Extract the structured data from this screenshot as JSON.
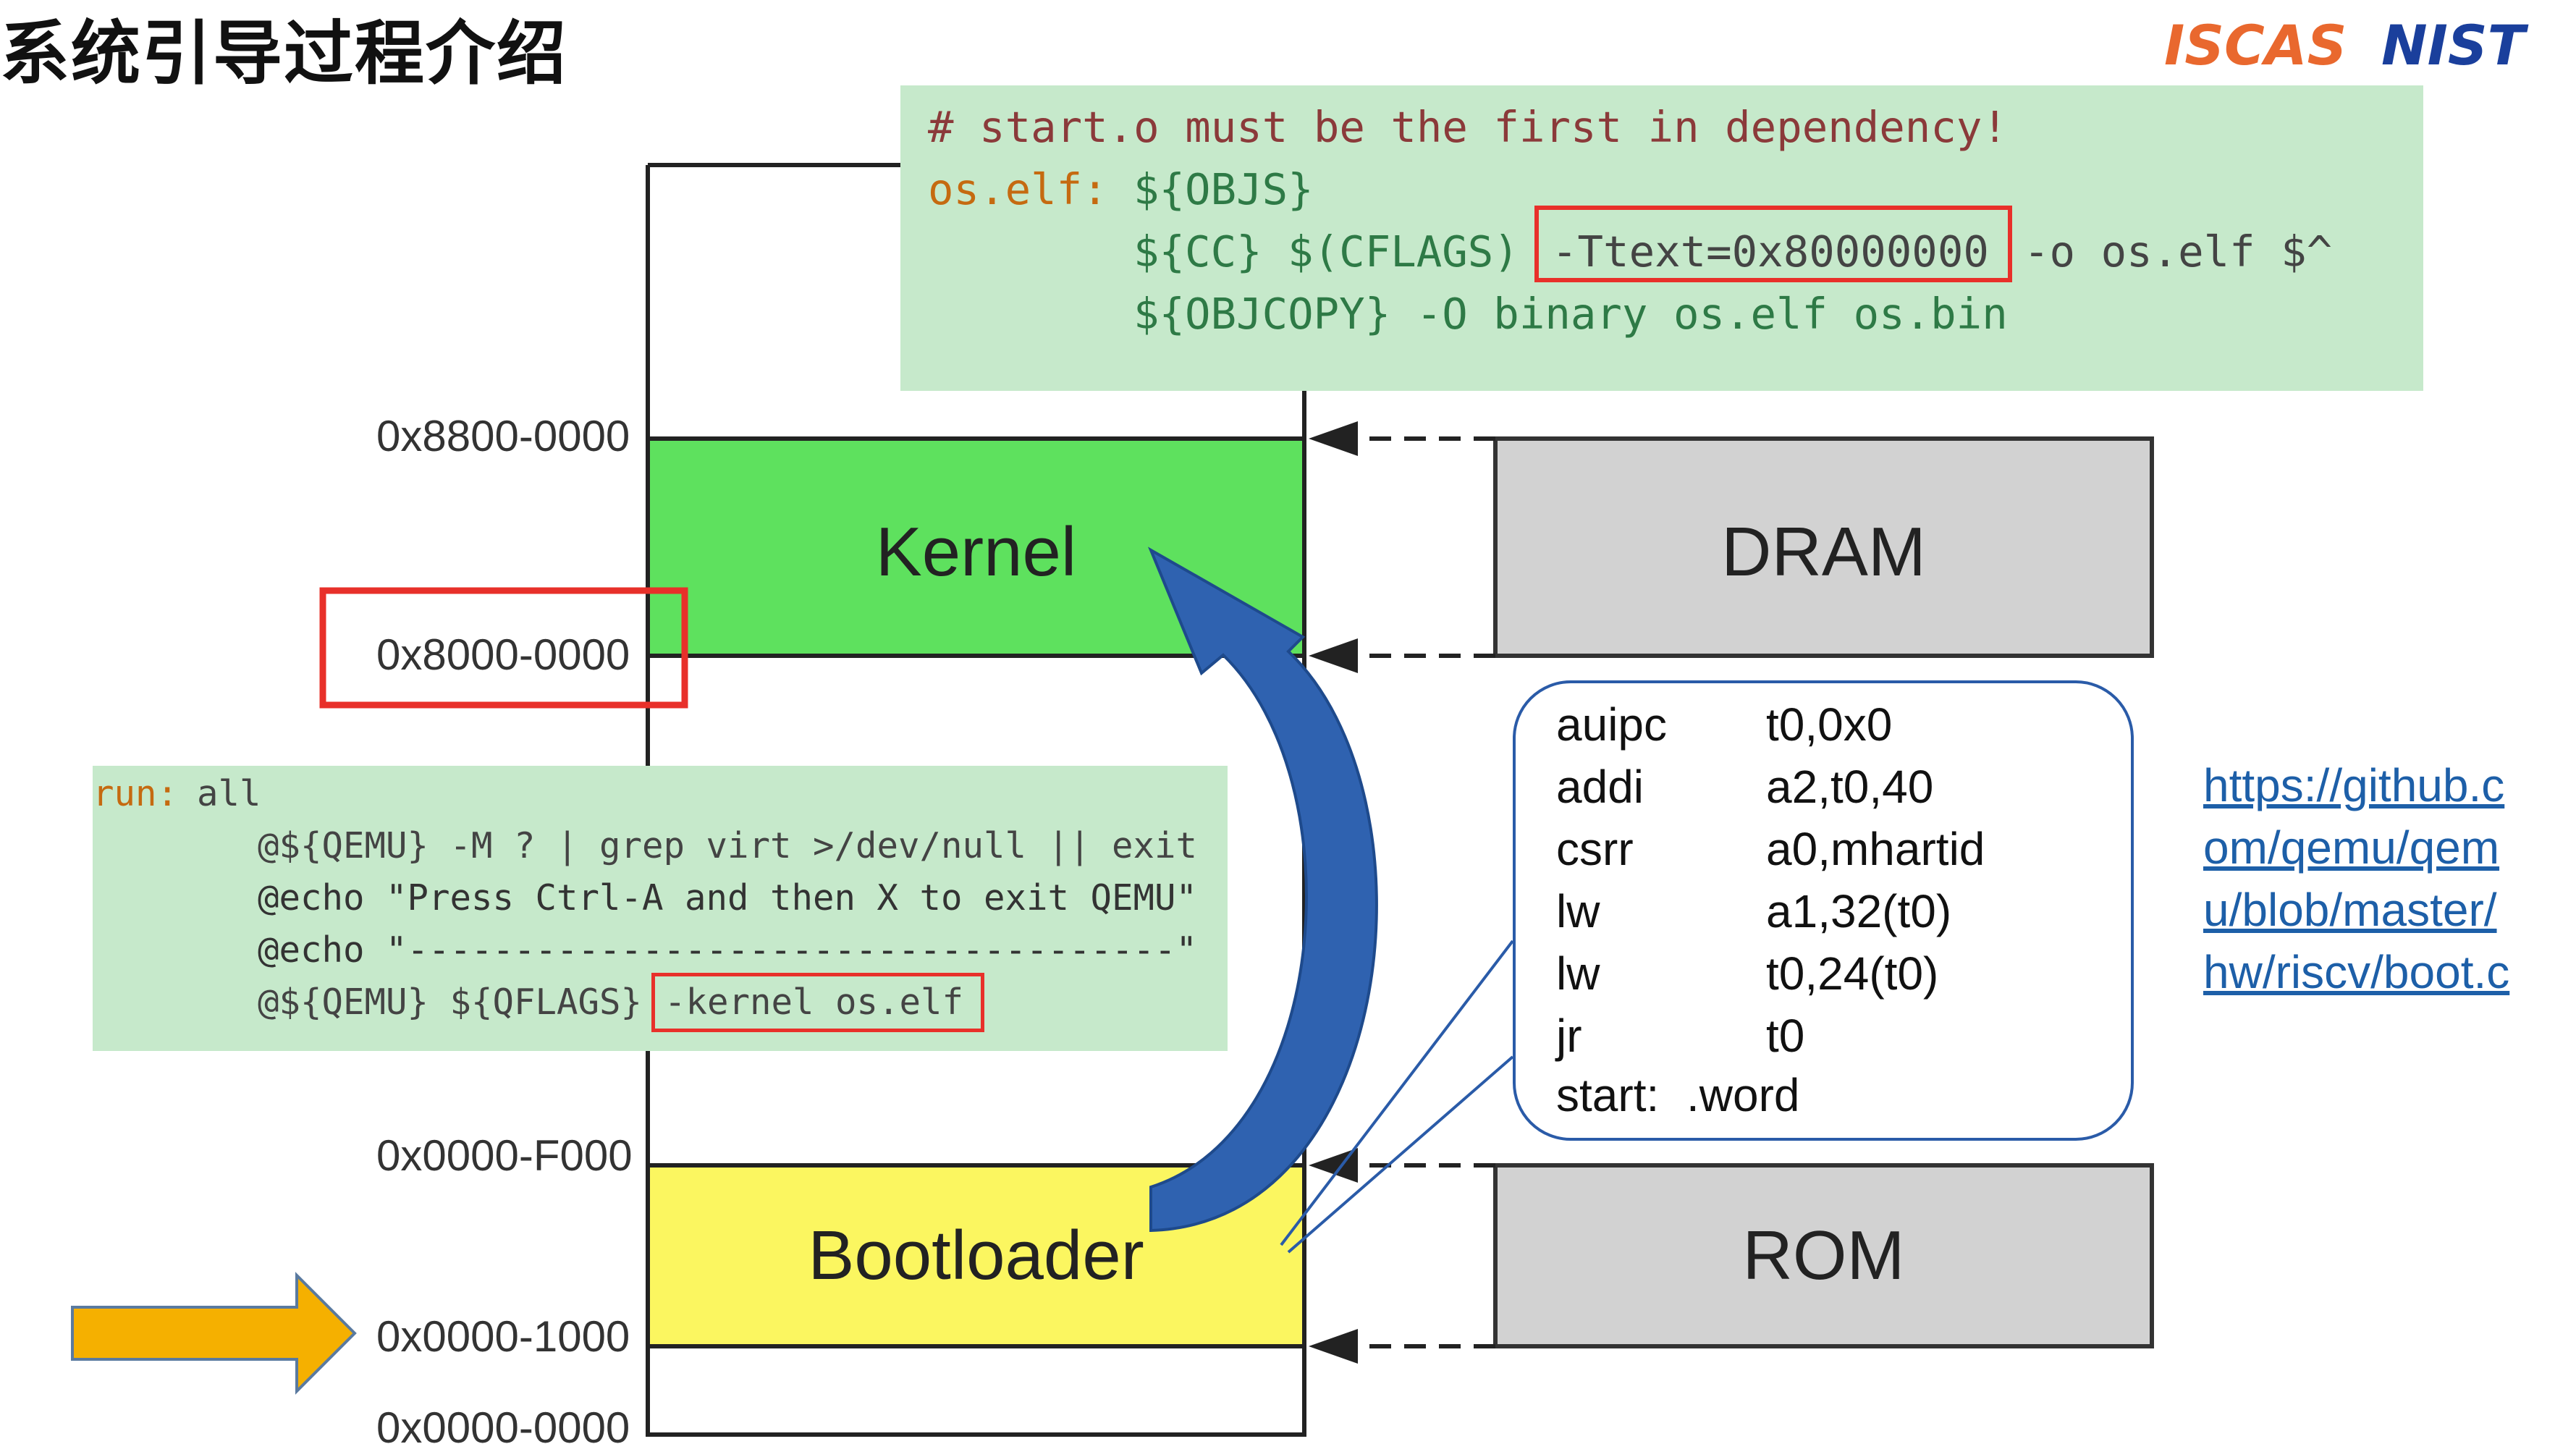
{
  "slide": {
    "title": "系统引导过程介绍",
    "logos": [
      "ISCAS",
      "NIST"
    ]
  },
  "makefile_snippet": {
    "comment": "# start.o must be the first in dependency!",
    "target": "os.elf:",
    "target_deps": "${OBJS}",
    "line2_pre": "${CC} $(CFLAGS)",
    "line2_highlight": "-Ttext=0x80000000",
    "line2_post": "-o os.elf $^",
    "line3": "${OBJCOPY} -O binary os.elf os.bin"
  },
  "run_snippet": {
    "target": "run:",
    "target_deps": "all",
    "line1": "@${QEMU} -M ? | grep virt >/dev/null || exit",
    "line2": "@echo \"Press Ctrl-A and then X to exit QEMU\"",
    "line3": "@echo \"------------------------------------\"",
    "line4_pre": "@${QEMU} ${QFLAGS}",
    "line4_highlight": "-kernel os.elf"
  },
  "memory_map": {
    "addresses": [
      "0x8800-0000",
      "0x8000-0000",
      "0x0000-F000",
      "0x0000-1000",
      "0x0000-0000"
    ],
    "regions": {
      "kernel": "Kernel",
      "bootloader": "Bootloader"
    },
    "devices": {
      "dram": "DRAM",
      "rom": "ROM"
    }
  },
  "asm_listing": [
    {
      "op": "auipc",
      "args": "t0,0x0"
    },
    {
      "op": "addi",
      "args": "a2,t0,40"
    },
    {
      "op": "csrr",
      "args": "a0,mhartid"
    },
    {
      "op": "lw",
      "args": "a1,32(t0)"
    },
    {
      "op": "lw",
      "args": "t0,24(t0)"
    },
    {
      "op": "jr",
      "args": "t0"
    },
    {
      "op": "start:",
      "args": ".word"
    }
  ],
  "source_link": [
    "https://github.c",
    "om/qemu/qem",
    "u/blob/master/",
    "hw/riscv/boot.c"
  ],
  "colors": {
    "kernel_fill": "#5ee15e",
    "bootloader_fill": "#fbf660",
    "device_fill": "#d2d2d2",
    "code_bg": "#c6e9cb",
    "highlight_red": "#e8302a",
    "arrow_blue": "#2f62b0",
    "arrow_orange": "#f5b000"
  }
}
